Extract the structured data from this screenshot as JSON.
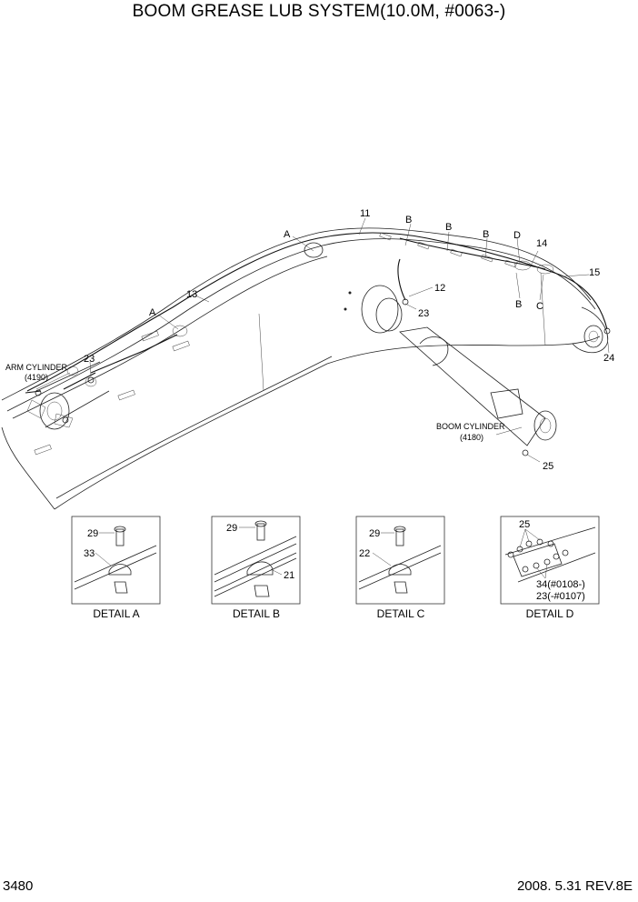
{
  "title": "BOOM GREASE LUB SYSTEM(10.0M, #0063-)",
  "callouts": {
    "c11": "11",
    "cB1": "B",
    "cB2": "B",
    "cB3": "B",
    "cD": "D",
    "c14": "14",
    "c15": "15",
    "cA1": "A",
    "c13": "13",
    "c12": "12",
    "c23a": "23",
    "cB4": "B",
    "cC": "C",
    "c24": "24",
    "cA2": "A",
    "c23b": "23",
    "c25": "25"
  },
  "labels": {
    "arm_cylinder": "ARM CYLINDER",
    "arm_cylinder_code": "(4190)",
    "boom_cylinder": "BOOM CYLINDER",
    "boom_cylinder_code": "(4180)"
  },
  "details": [
    {
      "caption": "DETAIL  A",
      "callouts": [
        "29",
        "33"
      ]
    },
    {
      "caption": "DETAIL  B",
      "callouts": [
        "29",
        "21"
      ]
    },
    {
      "caption": "DETAIL  C",
      "callouts": [
        "29",
        "22"
      ]
    },
    {
      "caption": "DETAIL  D",
      "callouts": [
        "25",
        "34(#0108-)",
        "23(-#0107)"
      ]
    }
  ],
  "footer": {
    "page_number": "3480",
    "date_rev": "2008. 5.31  REV.8E"
  }
}
